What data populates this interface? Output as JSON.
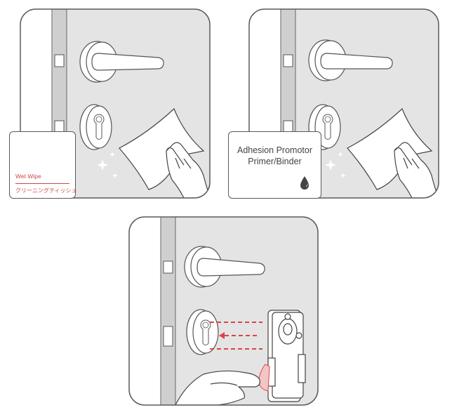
{
  "colors": {
    "outline": "#5a5a5a",
    "door": "#e4e4e4",
    "frame": "#cfcfcf",
    "wall": "#ffffff",
    "accent_red": "#d94444"
  },
  "steps": [
    {
      "id": 1,
      "label": {
        "title_en": "Wet Wipe",
        "title_jp": "クリーニングティッシュ"
      },
      "icons": [
        "door-handle",
        "lock-cylinder",
        "wipe-cloth",
        "hand",
        "sparkle"
      ]
    },
    {
      "id": 2,
      "label": {
        "line1": "Adhesion Promotor",
        "line2": "Primer/Binder"
      },
      "icons": [
        "door-handle",
        "lock-cylinder",
        "wipe-cloth",
        "hand",
        "sparkle",
        "droplet"
      ]
    },
    {
      "id": 3,
      "icons": [
        "door-handle",
        "lock-cylinder",
        "smart-lock-device",
        "alignment-arrows",
        "adhesive-tape",
        "hand"
      ]
    }
  ]
}
